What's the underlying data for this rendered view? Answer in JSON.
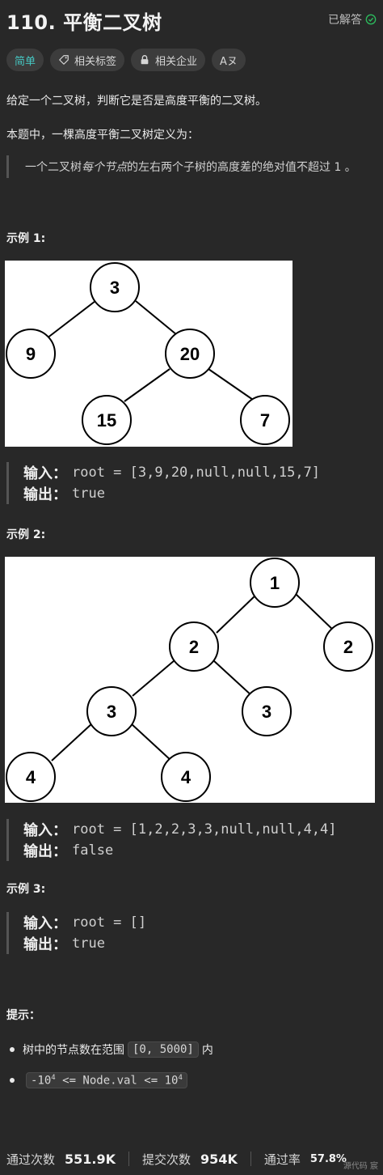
{
  "header": {
    "title": "110. 平衡二叉树",
    "solved_label": "已解答"
  },
  "tags": [
    {
      "label": "简单"
    },
    {
      "label": "相关标签"
    },
    {
      "label": "相关企业"
    },
    {
      "label": "Aヌ"
    }
  ],
  "description": {
    "line1": "给定一个二叉树，判断它是否是高度平衡的二叉树。",
    "line2": "本题中，一棵高度平衡二叉树定义为：",
    "quote_a": "一个二叉树",
    "quote_em": "每个节点",
    "quote_b": "的左右两个子树的高度差的绝对值不超过 1 。"
  },
  "examples": [
    {
      "title": "示例 1:",
      "input_label": "输入：",
      "input": "root = [3,9,20,null,null,15,7]",
      "output_label": "输出：",
      "output": "true"
    },
    {
      "title": "示例 2:",
      "input_label": "输入：",
      "input": "root = [1,2,2,3,3,null,null,4,4]",
      "output_label": "输出：",
      "output": "false"
    },
    {
      "title": "示例 3:",
      "input_label": "输入：",
      "input": "root = []",
      "output_label": "输出：",
      "output": "true"
    }
  ],
  "tree1": [
    "3",
    "9",
    "20",
    "15",
    "7"
  ],
  "tree2": [
    "1",
    "2",
    "2",
    "3",
    "3",
    "4",
    "4"
  ],
  "hints": {
    "title": "提示：",
    "item1_a": "树中的节点数在范围",
    "item1_code": "[0, 5000]",
    "item1_b": "内",
    "item2_base": "-10",
    "item2_exp1": "4",
    "item2_mid": " <= Node.val <= 10",
    "item2_exp2": "4"
  },
  "stats": {
    "accepted_label": "通过次数",
    "accepted": "551.9K",
    "submitted_label": "提交次数",
    "submitted": "954K",
    "rate_label": "通过率",
    "rate": "57.8%"
  },
  "watermark": "源代码 宸",
  "colors": {
    "background": "#282828",
    "difficulty_easy": "#46c6c2",
    "solved_check": "#2cbb5d"
  }
}
